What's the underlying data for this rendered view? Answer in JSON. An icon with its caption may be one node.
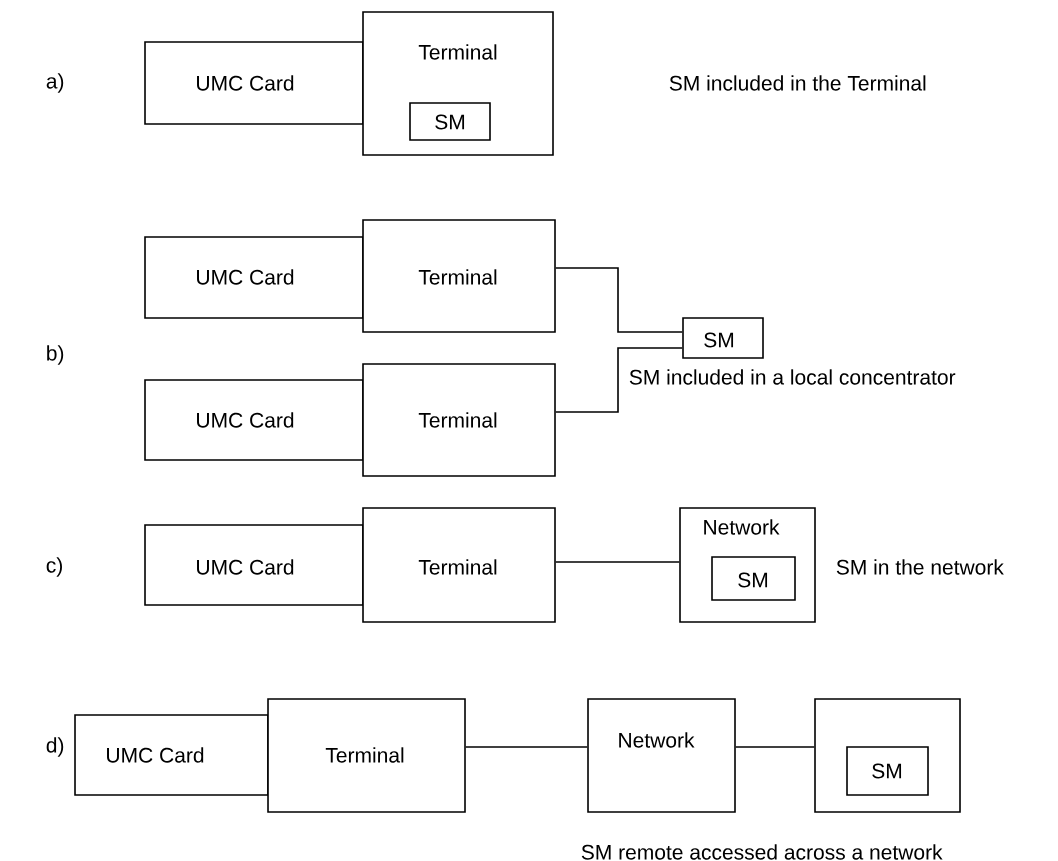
{
  "diagram": {
    "nodes": [
      {
        "text": [
          "UMC Card"
        ]
      },
      {
        "text": [
          "Terminal"
        ]
      },
      {
        "text": [
          "SM"
        ],
        "in": 1
      },
      {
        "text": [
          "UMC Card"
        ]
      },
      {
        "text": [
          "Terminal"
        ]
      },
      {
        "text": [
          "SM"
        ]
      },
      {
        "text": [
          "UMC Card"
        ]
      },
      {
        "text": [
          "Terminal"
        ]
      },
      {
        "text": [
          "UMC Card"
        ]
      },
      {
        "text": [
          "Terminal"
        ]
      },
      {
        "text": [
          "Network"
        ]
      },
      {
        "text": [
          "SM"
        ],
        "in": 10
      },
      {
        "text": [
          "UMC Card"
        ]
      },
      {
        "text": [
          "Terminal"
        ]
      },
      {
        "text": [
          "Network"
        ]
      },
      {
        "text": [],
        "shape": "box"
      },
      {
        "text": [
          "SM"
        ],
        "in": 15
      }
    ],
    "edges": [
      {
        "from": 4,
        "to": 5,
        "arrow": "none"
      },
      {
        "from": 7,
        "to": 5,
        "arrow": "none"
      },
      {
        "from": 9,
        "to": 10,
        "arrow": "none"
      },
      {
        "from": 13,
        "to": 14,
        "arrow": "none"
      },
      {
        "from": 14,
        "to": 15,
        "arrow": "none"
      }
    ],
    "labels": [
      "a)",
      "SM included in the Terminal",
      "b)",
      "SM included in a local concentrator",
      "c)",
      "SM in the network",
      "d)",
      "SM remote accessed across a network"
    ]
  }
}
